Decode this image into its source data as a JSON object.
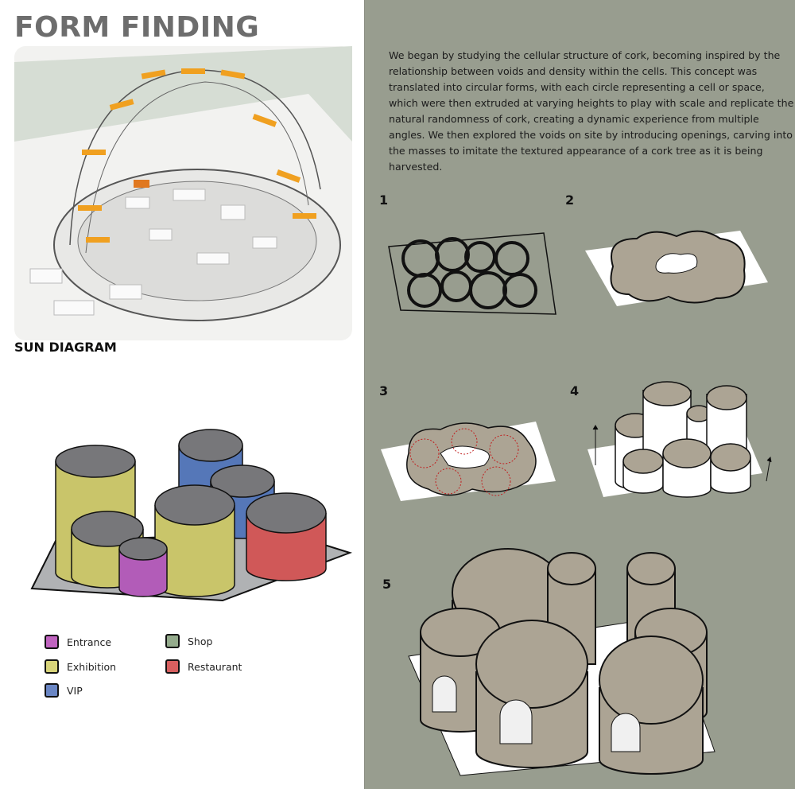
{
  "title": "FORM FINDING",
  "sun_label": "SUN DIAGRAM",
  "description": "We began by studying the cellular structure of cork, becoming inspired by the relationship between voids and density within the cells. This concept was translated into circular forms, with each circle representing a cell or space, which were then extruded at varying heights to play with scale and replicate the natural randomness of cork, creating a dynamic experience from multiple angles. We then explored the voids on site by introducing openings, carving into the masses to imitate the textured appearance of a cork tree as it is being harvested.",
  "steps": [
    "1",
    "2",
    "3",
    "4",
    "5"
  ],
  "legend": [
    {
      "label": "Entrance",
      "color": "#c064c0"
    },
    {
      "label": "Exhibition",
      "color": "#d8d47a"
    },
    {
      "label": "VIP",
      "color": "#6a86c4"
    },
    {
      "label": "Shop",
      "color": "#94ab8c"
    },
    {
      "label": "Restaurant",
      "color": "#d86060"
    }
  ]
}
